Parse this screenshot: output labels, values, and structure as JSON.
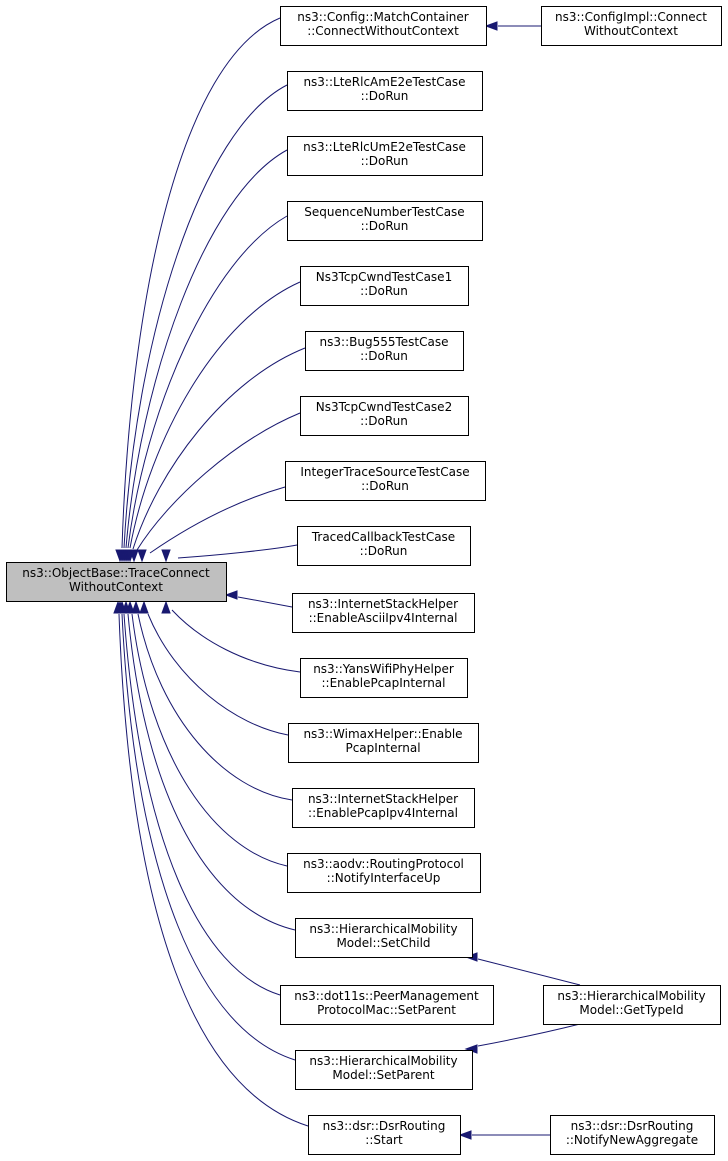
{
  "diagram": {
    "type": "call-graph",
    "colors": {
      "edge": "#191970",
      "root_fill": "#bfbfbf",
      "node_fill": "#ffffff",
      "node_border": "#000000"
    },
    "nodes": [
      {
        "id": "root",
        "lines": [
          "ns3::ObjectBase::TraceConnect",
          "WithoutContext"
        ],
        "highlighted": true
      },
      {
        "id": "match",
        "lines": [
          "ns3::Config::MatchContainer",
          "::ConnectWithoutContext"
        ]
      },
      {
        "id": "configimpl",
        "lines": [
          "ns3::ConfigImpl::Connect",
          "WithoutContext"
        ]
      },
      {
        "id": "lteam",
        "lines": [
          "ns3::LteRlcAmE2eTestCase",
          "::DoRun"
        ]
      },
      {
        "id": "lteum",
        "lines": [
          "ns3::LteRlcUmE2eTestCase",
          "::DoRun"
        ]
      },
      {
        "id": "seqnum",
        "lines": [
          "SequenceNumberTestCase",
          "::DoRun"
        ]
      },
      {
        "id": "tcpcwnd1",
        "lines": [
          "Ns3TcpCwndTestCase1",
          "::DoRun"
        ]
      },
      {
        "id": "bug555",
        "lines": [
          "ns3::Bug555TestCase",
          "::DoRun"
        ]
      },
      {
        "id": "tcpcwnd2",
        "lines": [
          "Ns3TcpCwndTestCase2",
          "::DoRun"
        ]
      },
      {
        "id": "inttrace",
        "lines": [
          "IntegerTraceSourceTestCase",
          "::DoRun"
        ]
      },
      {
        "id": "tracedcb",
        "lines": [
          "TracedCallbackTestCase",
          "::DoRun"
        ]
      },
      {
        "id": "iasciiv4",
        "lines": [
          "ns3::InternetStackHelper",
          "::EnableAsciiIpv4Internal"
        ]
      },
      {
        "id": "yanswifi",
        "lines": [
          "ns3::YansWifiPhyHelper",
          "::EnablePcapInternal"
        ]
      },
      {
        "id": "wimax",
        "lines": [
          "ns3::WimaxHelper::Enable",
          "PcapInternal"
        ]
      },
      {
        "id": "ipcapv4",
        "lines": [
          "ns3::InternetStackHelper",
          "::EnablePcapIpv4Internal"
        ]
      },
      {
        "id": "aodv",
        "lines": [
          "ns3::aodv::RoutingProtocol",
          "::NotifyInterfaceUp"
        ]
      },
      {
        "id": "hmsetchild",
        "lines": [
          "ns3::HierarchicalMobility",
          "Model::SetChild"
        ]
      },
      {
        "id": "dot11s",
        "lines": [
          "ns3::dot11s::PeerManagement",
          "ProtocolMac::SetParent"
        ]
      },
      {
        "id": "hmsetparent",
        "lines": [
          "ns3::HierarchicalMobility",
          "Model::SetParent"
        ]
      },
      {
        "id": "dsrstart",
        "lines": [
          "ns3::dsr::DsrRouting",
          "::Start"
        ]
      },
      {
        "id": "hmgettypeid",
        "lines": [
          "ns3::HierarchicalMobility",
          "Model::GetTypeId"
        ]
      },
      {
        "id": "dsrnotify",
        "lines": [
          "ns3::dsr::DsrRouting",
          "::NotifyNewAggregate"
        ]
      }
    ],
    "edges": [
      {
        "from": "configimpl",
        "to": "match"
      },
      {
        "from": "match",
        "to": "root"
      },
      {
        "from": "lteam",
        "to": "root"
      },
      {
        "from": "lteum",
        "to": "root"
      },
      {
        "from": "seqnum",
        "to": "root"
      },
      {
        "from": "tcpcwnd1",
        "to": "root"
      },
      {
        "from": "bug555",
        "to": "root"
      },
      {
        "from": "tcpcwnd2",
        "to": "root"
      },
      {
        "from": "inttrace",
        "to": "root"
      },
      {
        "from": "tracedcb",
        "to": "root"
      },
      {
        "from": "iasciiv4",
        "to": "root"
      },
      {
        "from": "yanswifi",
        "to": "root"
      },
      {
        "from": "wimax",
        "to": "root"
      },
      {
        "from": "ipcapv4",
        "to": "root"
      },
      {
        "from": "aodv",
        "to": "root"
      },
      {
        "from": "hmsetchild",
        "to": "root"
      },
      {
        "from": "dot11s",
        "to": "root"
      },
      {
        "from": "hmsetparent",
        "to": "root"
      },
      {
        "from": "dsrstart",
        "to": "root"
      },
      {
        "from": "hmgettypeid",
        "to": "hmsetchild"
      },
      {
        "from": "hmgettypeid",
        "to": "hmsetparent"
      },
      {
        "from": "dsrnotify",
        "to": "dsrstart"
      }
    ]
  }
}
